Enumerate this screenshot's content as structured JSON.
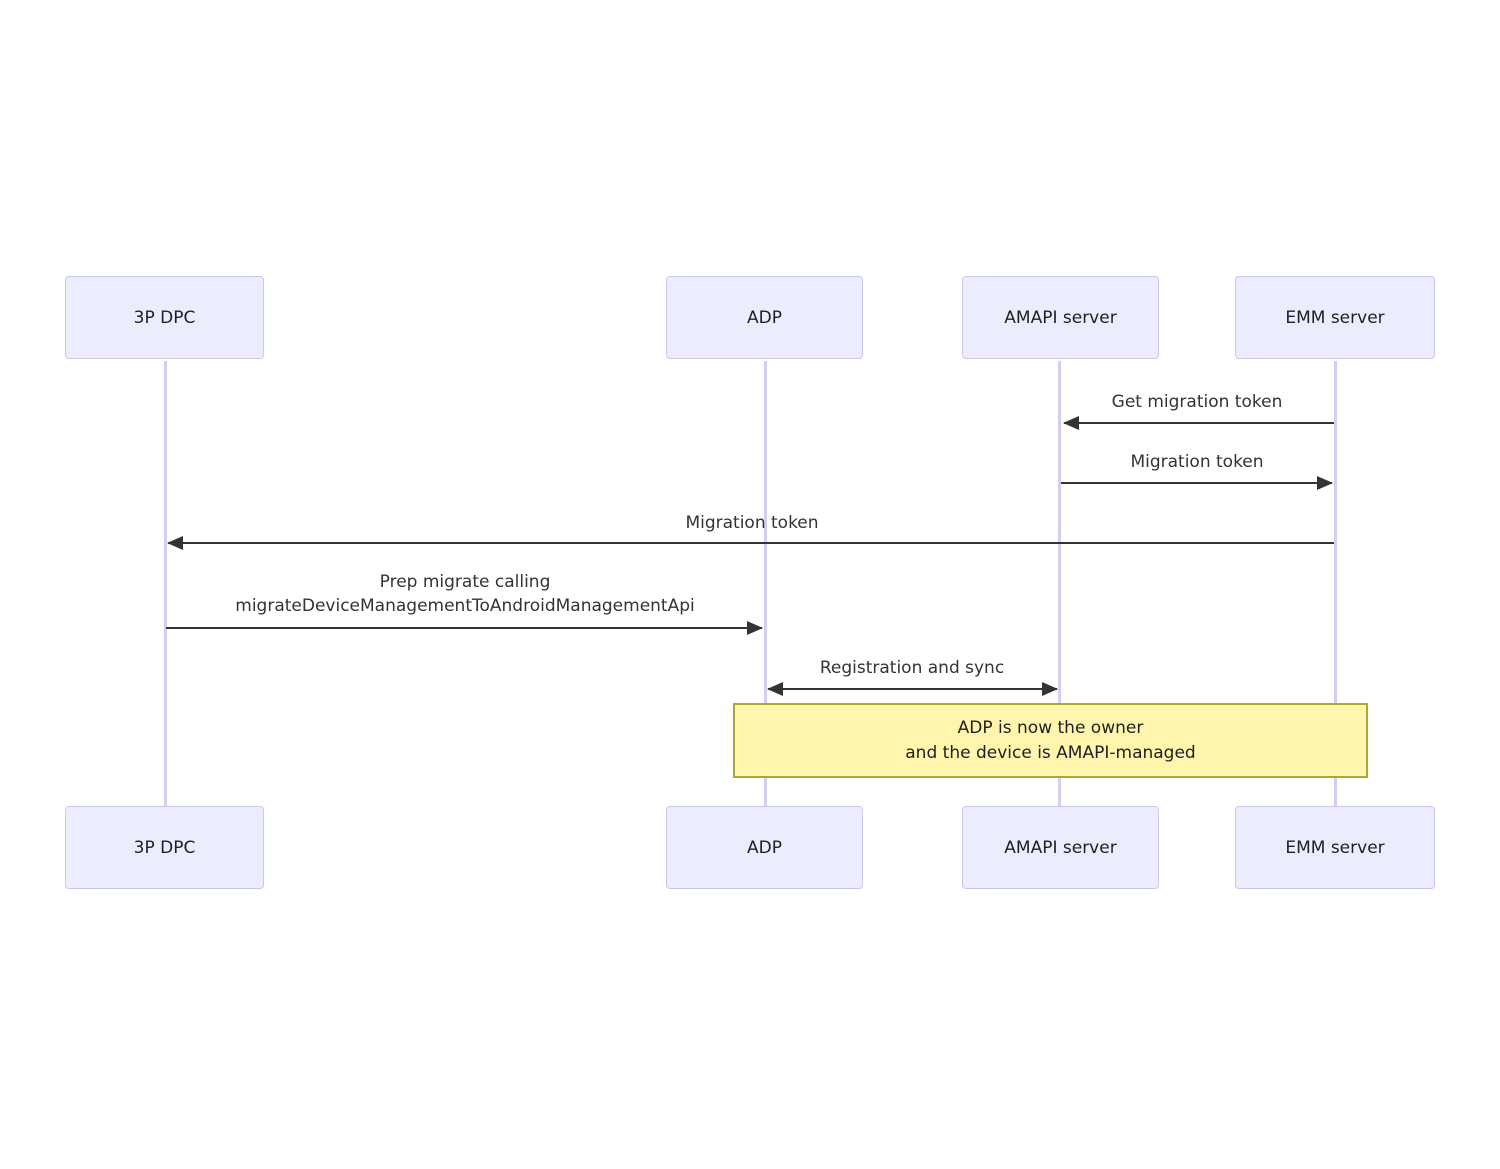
{
  "diagram": {
    "type": "sequence-diagram",
    "actors": [
      {
        "id": "3p-dpc",
        "label": "3P DPC"
      },
      {
        "id": "adp",
        "label": "ADP"
      },
      {
        "id": "amapi-server",
        "label": "AMAPI server"
      },
      {
        "id": "emm-server",
        "label": "EMM server"
      }
    ],
    "messages": [
      {
        "text": "Get migration token",
        "from": "EMM server",
        "to": "AMAPI server",
        "arrow": "left"
      },
      {
        "text": "Migration token",
        "from": "AMAPI server",
        "to": "EMM server",
        "arrow": "right"
      },
      {
        "text": "Migration token",
        "from": "EMM server",
        "to": "3P DPC",
        "arrow": "left"
      },
      {
        "text_lines": [
          "Prep migrate calling",
          "migrateDeviceManagementToAndroidManagementApi"
        ],
        "from": "3P DPC",
        "to": "ADP",
        "arrow": "right"
      },
      {
        "text": "Registration and sync",
        "from": "ADP",
        "to": "AMAPI server",
        "arrow": "both"
      }
    ],
    "note": {
      "over": [
        "ADP",
        "EMM server"
      ],
      "lines": [
        "ADP is now the owner",
        "and the device is AMAPI-managed"
      ]
    },
    "colors": {
      "actor_fill": "#ECECFF",
      "actor_border": "#CCC6EA",
      "lifeline": "#D6CEEF",
      "arrow": "#333333",
      "message_text": "#333333",
      "note_fill": "#FFF5AD",
      "note_border": "#AAAA33",
      "background": "#FFFFFF"
    }
  }
}
